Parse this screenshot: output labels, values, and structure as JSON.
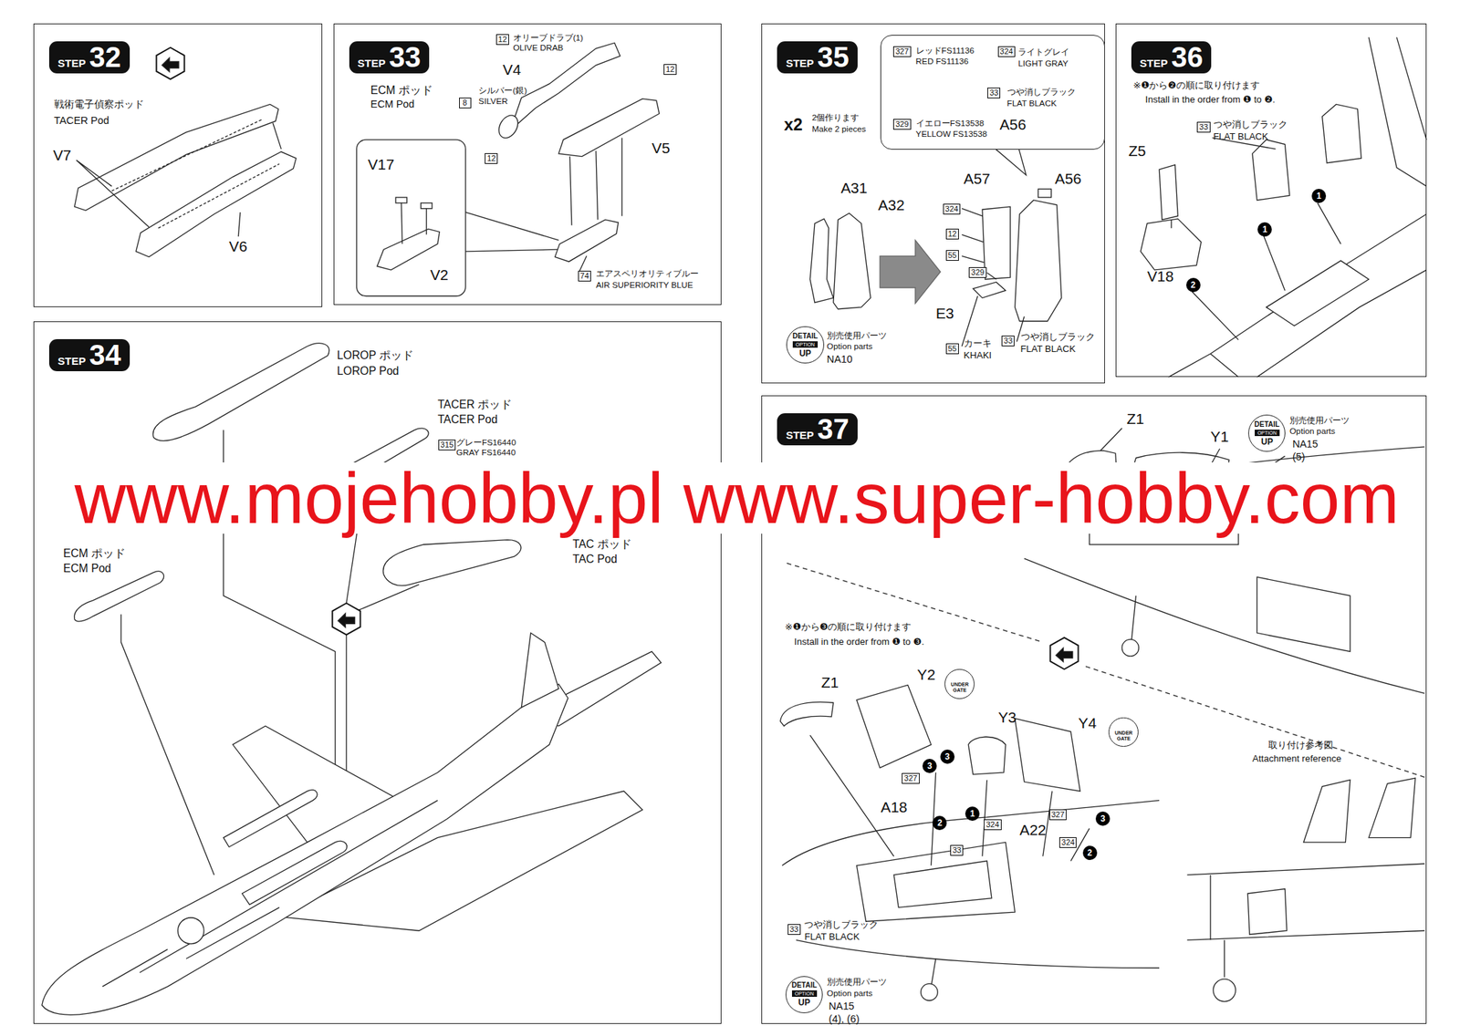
{
  "diagram": {
    "nodes": [
      {
        "text": [
          "STEP",
          "32"
        ]
      },
      {
        "text": [
          "STEP",
          "33"
        ]
      },
      {
        "text": [
          "STEP",
          "34"
        ]
      },
      {
        "text": [
          "STEP",
          "35"
        ]
      },
      {
        "text": [
          "STEP",
          "36"
        ]
      },
      {
        "text": [
          "STEP",
          "37"
        ]
      },
      {
        "text": [
          "12"
        ],
        "in": 1
      },
      {
        "text": [
          "8"
        ],
        "in": 1
      },
      {
        "text": [
          "12"
        ],
        "in": 1
      },
      {
        "text": [
          "12"
        ],
        "in": 1
      },
      {
        "text": [
          "74"
        ],
        "in": 1
      },
      {
        "text": [
          "315"
        ],
        "in": 2
      },
      {
        "text": [
          "レッドFS11136",
          "RED FS11136",
          "ライトグレイ",
          "LIGHT GRAY",
          "つや消しブラック",
          "FLAT BLACK",
          "イエローFS13538",
          "YELLOW FS13538",
          "A56"
        ],
        "in": 3
      },
      {
        "text": [
          "327"
        ],
        "in": 12
      },
      {
        "text": [
          "324"
        ],
        "in": 12
      },
      {
        "text": [
          "33"
        ],
        "in": 12
      },
      {
        "text": [
          "329"
        ],
        "in": 12
      },
      {
        "text": [
          "324"
        ],
        "in": 3
      },
      {
        "text": [
          "12"
        ],
        "in": 3
      },
      {
        "text": [
          "55"
        ],
        "in": 3
      },
      {
        "text": [
          "329"
        ],
        "in": 3
      },
      {
        "text": [
          "55"
        ],
        "in": 3
      },
      {
        "text": [
          "33"
        ],
        "in": 3
      },
      {
        "text": [
          "DETAIL",
          "OPTION",
          "UP"
        ],
        "in": 3
      },
      {
        "text": [
          "33"
        ],
        "in": 4
      },
      {
        "text": [
          "1"
        ],
        "in": 4
      },
      {
        "text": [
          "1"
        ],
        "in": 4
      },
      {
        "text": [
          "2"
        ],
        "in": 4
      },
      {
        "text": [
          "DETAIL",
          "OPTION",
          "UP"
        ],
        "in": 5
      },
      {
        "text": [
          "UNDER GATE"
        ],
        "in": 5
      },
      {
        "text": [
          "UNDER GATE"
        ],
        "in": 5
      },
      {
        "text": [
          "3"
        ],
        "in": 5
      },
      {
        "text": [
          "3"
        ],
        "in": 5
      },
      {
        "text": [
          "2"
        ],
        "in": 5
      },
      {
        "text": [
          "1"
        ],
        "in": 5
      },
      {
        "text": [
          "3"
        ],
        "in": 5
      },
      {
        "text": [
          "2"
        ],
        "in": 5
      },
      {
        "text": [
          "327"
        ],
        "in": 5
      },
      {
        "text": [
          "324"
        ],
        "in": 5
      },
      {
        "text": [
          "33"
        ],
        "in": 5
      },
      {
        "text": [
          "327"
        ],
        "in": 5
      },
      {
        "text": [
          "324"
        ],
        "in": 5
      },
      {
        "text": [
          "33"
        ],
        "in": 5
      },
      {
        "text": [
          "DETAIL",
          "OPTION",
          "UP"
        ],
        "in": 5
      }
    ],
    "labels": [
      "戦術電子偵察ポッド",
      "TACER Pod",
      "V7",
      "V6",
      "ECM ポッド",
      "ECM Pod",
      "オリーブドラブ(1)",
      "OLIVE DRAB",
      "V4",
      "シルバー(銀)",
      "SILVER",
      "V5",
      "V17",
      "V2",
      "エアスペリオリティブルー",
      "AIR SUPERIORITY BLUE",
      "LOROP ポッド",
      "LOROP Pod",
      "TACER ポッド",
      "TACER Pod",
      "グレーFS16440",
      "GRAY FS16440",
      "TAC ポッド",
      "TAC Pod",
      "ECM ポッド",
      "ECM Pod",
      "x2",
      "2個作ります",
      "Make 2 pieces",
      "A31",
      "A32",
      "A57",
      "A56",
      "E3",
      "カーキ",
      "KHAKI",
      "つや消しブラック",
      "FLAT BLACK",
      "別売使用パーツ",
      "Option parts",
      "NA10",
      "※❶から❷の順に取り付けます",
      "Install in the order from ❶ to ❷.",
      "つや消しブラック",
      "FLAT BLACK",
      "Z5",
      "V18",
      "Z1",
      "Y1",
      "別売使用パーツ",
      "Option parts",
      "NA15",
      "(5)",
      "※❶から❸の順に取り付けます",
      "Install in the order from ❶ to ❸.",
      "Z1",
      "Y2",
      "Y3",
      "Y4",
      "A18",
      "A22",
      "つや消しブラック",
      "FLAT BLACK",
      "別売使用パーツ",
      "Option parts",
      "NA15",
      "(4), (6)",
      "取り付け参考図",
      "Attachment reference",
      "www.mojehobby.pl www.super-hobby.com"
    ]
  }
}
